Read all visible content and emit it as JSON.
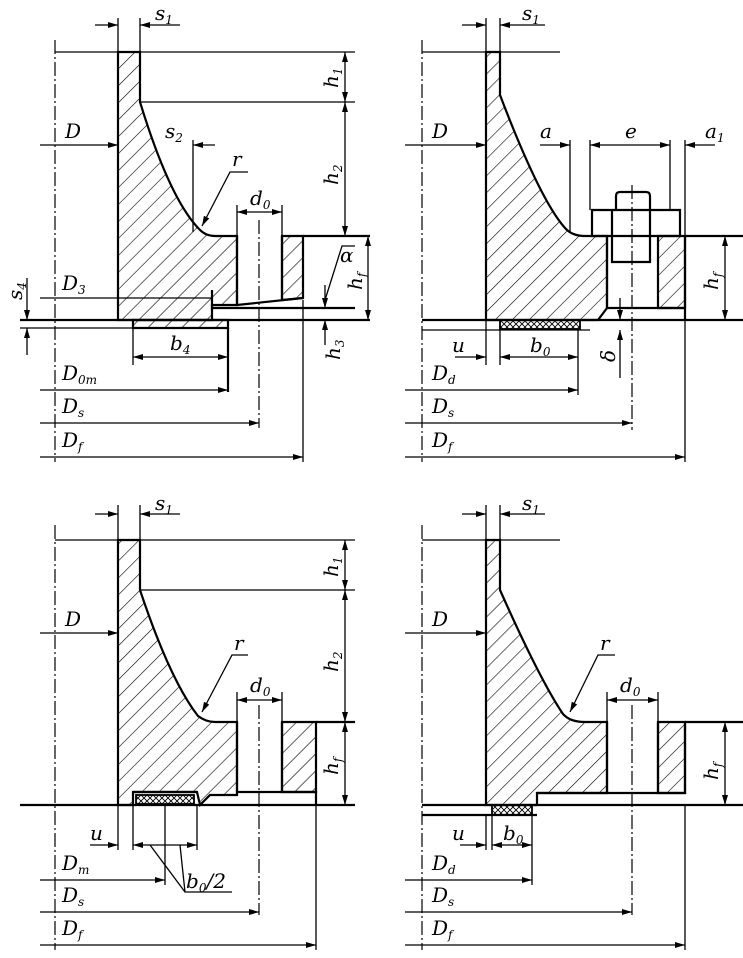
{
  "panels": [
    {
      "labels": {
        "s1": {
          "m": "s",
          "s": "1"
        },
        "h1": {
          "m": "h",
          "s": "1"
        },
        "h2": {
          "m": "h",
          "s": "2"
        },
        "hf": {
          "m": "h",
          "s": "f"
        },
        "D": {
          "m": "D",
          "s": ""
        },
        "s2": {
          "m": "s",
          "s": "2"
        },
        "r": {
          "m": "r",
          "s": ""
        },
        "d0": {
          "m": "d",
          "s": "0"
        },
        "alpha": {
          "m": "α",
          "s": ""
        },
        "h3": {
          "m": "h",
          "s": "3"
        },
        "D3": {
          "m": "D",
          "s": "3"
        },
        "s4": {
          "m": "s",
          "s": "4"
        },
        "b4": {
          "m": "b",
          "s": "4"
        },
        "D0m": {
          "m": "D",
          "s": "0m"
        },
        "Ds": {
          "m": "D",
          "s": "s"
        },
        "Df": {
          "m": "D",
          "s": "f"
        }
      }
    },
    {
      "labels": {
        "s1": {
          "m": "s",
          "s": "1"
        },
        "D": {
          "m": "D",
          "s": ""
        },
        "a": {
          "m": "a",
          "s": ""
        },
        "e": {
          "m": "e",
          "s": ""
        },
        "a1": {
          "m": "a",
          "s": "1"
        },
        "hf": {
          "m": "h",
          "s": "f"
        },
        "u": {
          "m": "u",
          "s": ""
        },
        "b0": {
          "m": "b",
          "s": "0"
        },
        "delta": {
          "m": "δ",
          "s": ""
        },
        "Dd": {
          "m": "D",
          "s": "d"
        },
        "Ds": {
          "m": "D",
          "s": "s"
        },
        "Df": {
          "m": "D",
          "s": "f"
        }
      }
    },
    {
      "labels": {
        "s1": {
          "m": "s",
          "s": "1"
        },
        "h1": {
          "m": "h",
          "s": "1"
        },
        "h2": {
          "m": "h",
          "s": "2"
        },
        "hf": {
          "m": "h",
          "s": "f"
        },
        "D": {
          "m": "D",
          "s": ""
        },
        "r": {
          "m": "r",
          "s": ""
        },
        "d0": {
          "m": "d",
          "s": "0"
        },
        "u": {
          "m": "u",
          "s": ""
        },
        "Dm": {
          "m": "D",
          "s": "m"
        },
        "b0half": {
          "m": "b",
          "s": "0",
          "tail": "/2"
        },
        "Ds": {
          "m": "D",
          "s": "s"
        },
        "Df": {
          "m": "D",
          "s": "f"
        }
      }
    },
    {
      "labels": {
        "s1": {
          "m": "s",
          "s": "1"
        },
        "D": {
          "m": "D",
          "s": ""
        },
        "r": {
          "m": "r",
          "s": ""
        },
        "d0": {
          "m": "d",
          "s": "0"
        },
        "hf": {
          "m": "h",
          "s": "f"
        },
        "u": {
          "m": "u",
          "s": ""
        },
        "b0": {
          "m": "b",
          "s": "0"
        },
        "Dd": {
          "m": "D",
          "s": "d"
        },
        "Ds": {
          "m": "D",
          "s": "s"
        },
        "Df": {
          "m": "D",
          "s": "f"
        }
      }
    }
  ]
}
